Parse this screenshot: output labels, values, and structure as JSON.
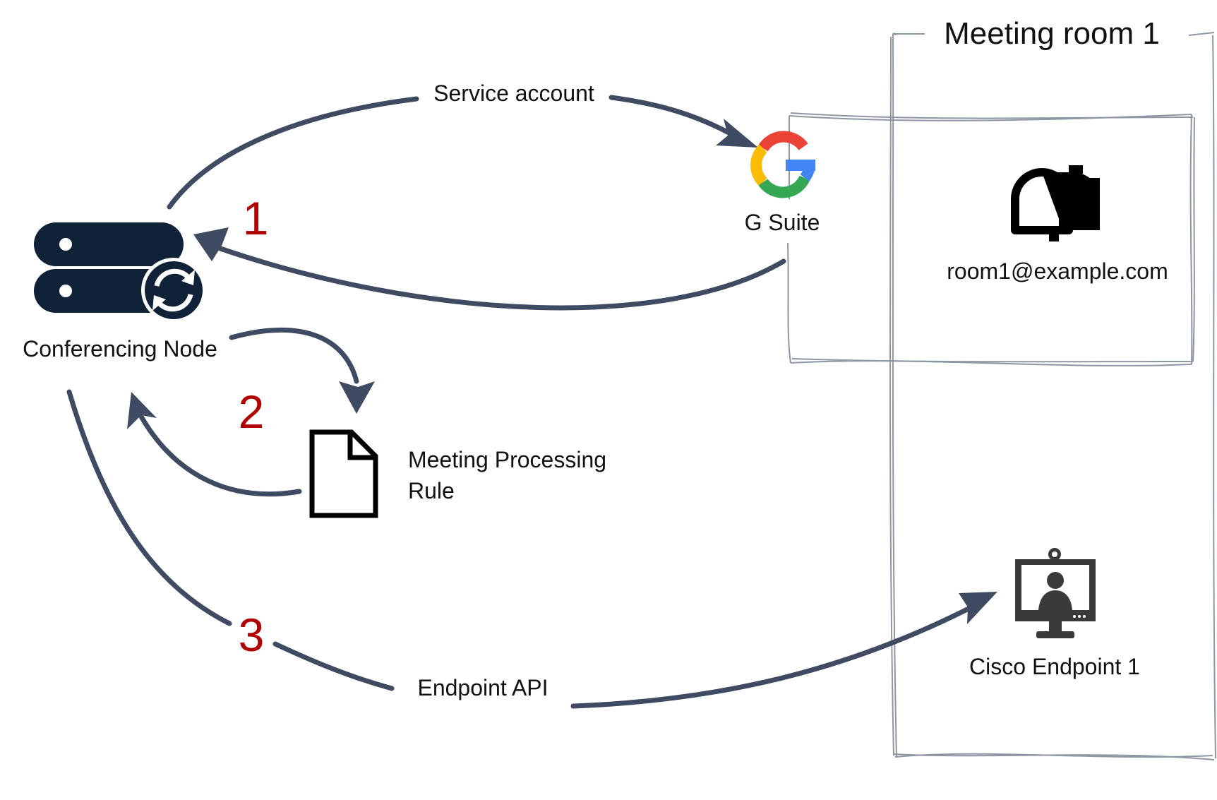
{
  "nodes": {
    "conferencing_node": "Conferencing Node",
    "g_suite": "G Suite",
    "rule_line1": "Meeting Processing",
    "rule_line2": "Rule",
    "room_email": "room1@example.com",
    "endpoint": "Cisco Endpoint 1"
  },
  "container": {
    "title": "Meeting room 1"
  },
  "edges": {
    "service_account": "Service account",
    "endpoint_api": "Endpoint API"
  },
  "steps": [
    "1",
    "2",
    "3"
  ],
  "colors": {
    "arrow": "#3f4b63",
    "step_number": "#b00000",
    "server_icon": "#0f2238",
    "google_blue": "#4285f4",
    "google_red": "#ea4335",
    "google_yellow": "#fbbc05",
    "google_green": "#34a853"
  },
  "icons": {
    "conferencing_node": "server-sync-icon",
    "g_suite": "google-g-icon",
    "rule": "document-icon",
    "room_email": "mailbox-icon",
    "endpoint": "video-endpoint-icon"
  }
}
